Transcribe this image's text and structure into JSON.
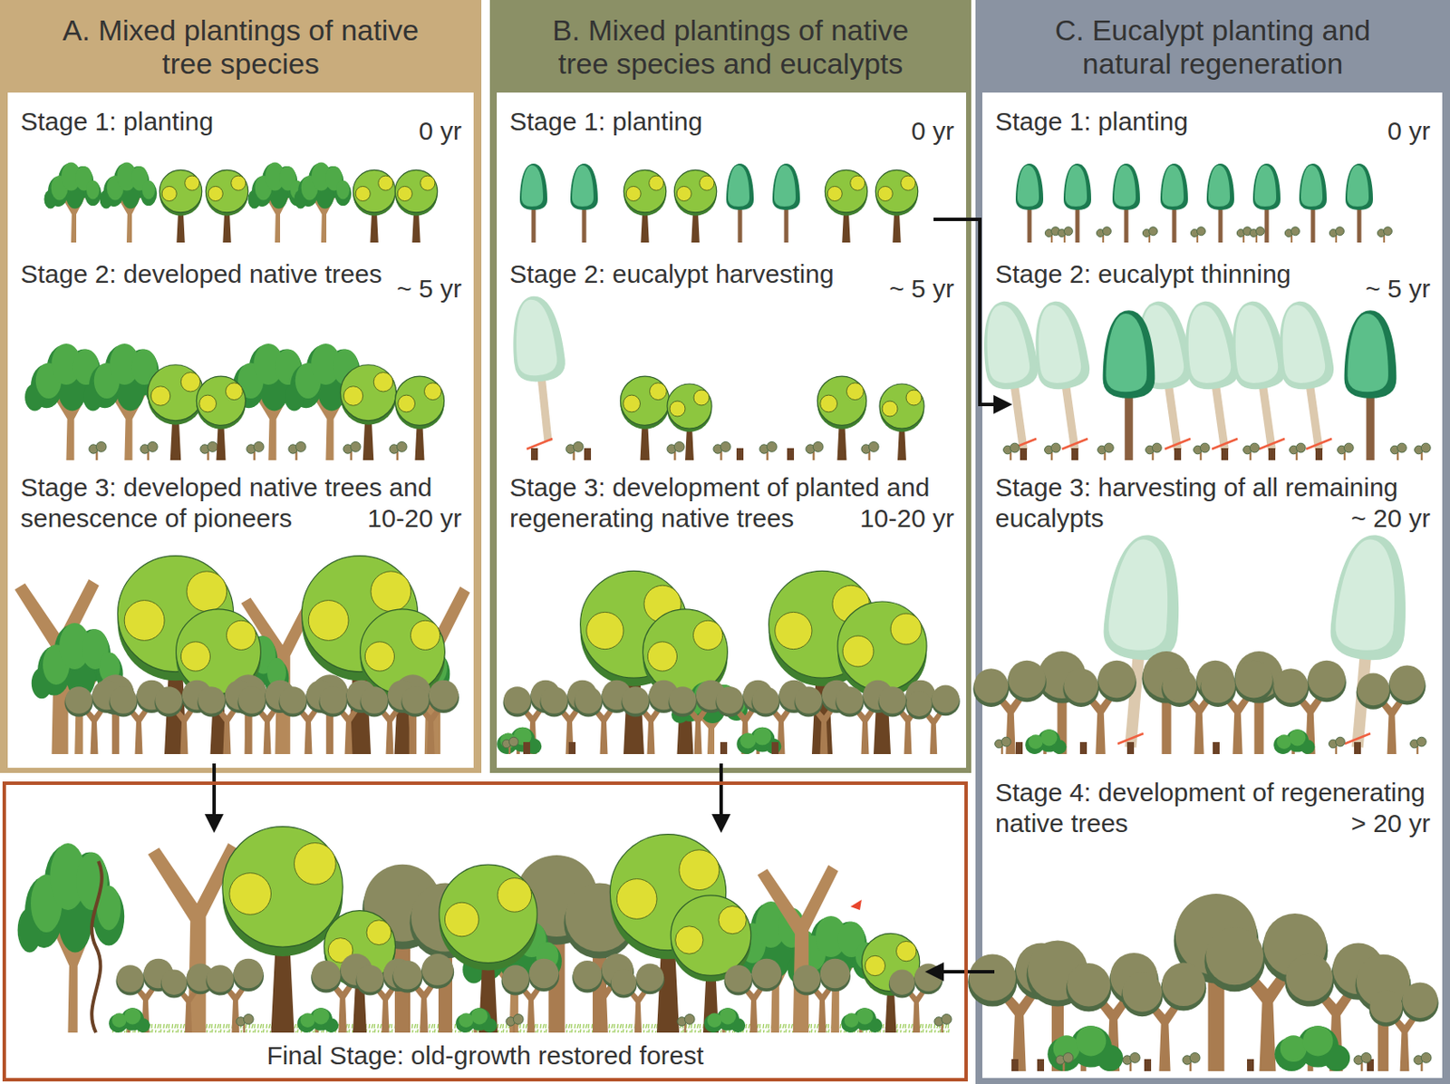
{
  "diagram": {
    "nodes": [
      {
        "text": [
          "A. Mixed plantings of native tree species"
        ]
      },
      {
        "text": [
          "Stage 1: planting",
          "0 yr",
          "Stage 2: developed native trees",
          "~ 5 yr",
          "Stage 3: developed native trees and senescence of pioneers",
          "10-20 yr"
        ],
        "in": 0
      },
      {
        "text": [
          "B. Mixed plantings of native tree species and eucalypts"
        ]
      },
      {
        "text": [
          "Stage 1: planting",
          "0 yr",
          "Stage 2: eucalypt harvesting",
          "~ 5 yr",
          "Stage 3: development of planted and regenerating native trees",
          "10-20 yr"
        ],
        "in": 2
      },
      {
        "text": [
          "C. Eucalypt planting and natural regeneration"
        ]
      },
      {
        "text": [
          "Stage 1: planting",
          "0 yr",
          "Stage 2: eucalypt thinning",
          "~ 5 yr",
          "Stage 3: harvesting of all remaining eucalypts",
          "~ 20 yr",
          "Stage 4: development of regenerating native trees",
          "> 20 yr"
        ],
        "in": 4
      },
      {
        "text": [
          "Final Stage: old-growth restored forest"
        ]
      }
    ],
    "edges": [
      {
        "from": 1,
        "to": 6,
        "arrow": "to"
      },
      {
        "from": 3,
        "to": 6,
        "arrow": "to"
      },
      {
        "from": 3,
        "to": 5,
        "arrow": "to"
      },
      {
        "from": 5,
        "to": 6,
        "arrow": "to"
      }
    ]
  }
}
